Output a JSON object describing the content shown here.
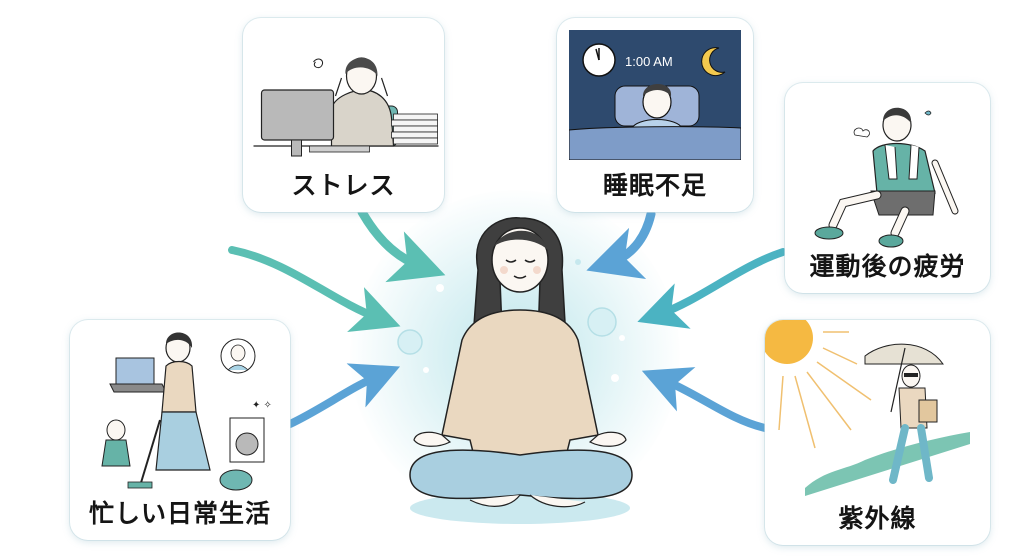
{
  "diagram": {
    "type": "hub-and-spoke",
    "center": {
      "description": "woman meditating in lotus pose surrounded by soft light and bubbles",
      "icon": "meditating-woman-icon"
    },
    "factors": [
      {
        "id": "stress",
        "label": "ストレス",
        "icon": "stressed-office-worker-icon",
        "arrow_color": "#5bbfb3"
      },
      {
        "id": "sleep",
        "label": "睡眠不足",
        "icon": "sleepless-in-bed-icon",
        "clock_text": "1:00 AM",
        "arrow_color": "#5ba3d6"
      },
      {
        "id": "exercise",
        "label": "運動後の疲労",
        "icon": "tired-after-exercise-icon",
        "arrow_color": "#4bb3c2"
      },
      {
        "id": "busy",
        "label": "忙しい日常生活",
        "icon": "busy-multitasking-mother-icon",
        "arrow_color": "#5ba3d6"
      },
      {
        "id": "uv",
        "label": "紫外線",
        "icon": "sun-uv-umbrella-icon",
        "arrow_color": "#5ba3d6"
      }
    ],
    "extra_arrow": {
      "from": "left-edge",
      "color": "#5bbfb3"
    }
  },
  "colors": {
    "background": "#ffffff",
    "card_bg": "#ffffff",
    "teal_arrow": "#5bbfb3",
    "blue_arrow": "#5ba3d6",
    "glow": "#b2e2e8",
    "night_sky": "#2e4a6e",
    "sun": "#f5b942",
    "shirt_beige": "#ead8c0",
    "pants_blue": "#a9cfe0"
  }
}
